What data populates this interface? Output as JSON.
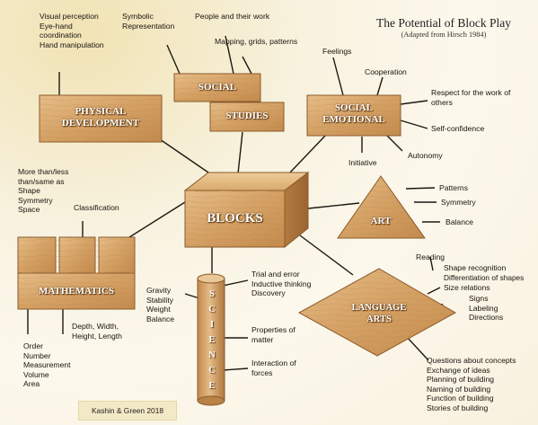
{
  "title": {
    "main": "The Potential of Block Play",
    "sub": "(Adapted from Hirsch 1984)"
  },
  "credit": "Kashin & Green 2018",
  "nodes": {
    "blocks": "BLOCKS",
    "physical": "PHYSICAL\nDEVELOPMENT",
    "social_studies": {
      "a": "SOCIAL",
      "b": "STUDIES"
    },
    "social_emotional": "SOCIAL\nEMOTIONAL",
    "art": "ART",
    "mathematics": "MATHEMATICS",
    "language_arts": "LANGUAGE\nARTS",
    "science_letters": [
      "S",
      "C",
      "I",
      "E",
      "N",
      "C",
      "E"
    ]
  },
  "physical_items": [
    "Visual perception",
    "Eye-hand",
    "coordination",
    "Hand manipulation"
  ],
  "social_studies_items": {
    "symbolic": "Symbolic\nRepresentation",
    "people": "People and their work",
    "mapping": "Mapping, grids, patterns"
  },
  "social_emotional_items": {
    "feelings": "Feelings",
    "cooperation": "Cooperation",
    "respect": "Respect for the work of\nothers",
    "self_confidence": "Self-confidence",
    "autonomy": "Autonomy",
    "initiative": "Initiative"
  },
  "art_items": [
    "Patterns",
    "Symmetry",
    "Balance"
  ],
  "math_items": {
    "comparison": "More than/less\nthan/same as\nShape\nSymmetry\nSpace",
    "classification": "Classification",
    "depth": "Depth, Width,\nHeight, Length",
    "order": "Order\nNumber\nMeasurement\nVolume\nArea"
  },
  "science_items": {
    "physics": "Gravity\nStability\nWeight\nBalance",
    "trial": "Trial and error\nInductive thinking\nDiscovery",
    "properties": "Properties of\nmatter",
    "interaction": "Interaction of\nforces"
  },
  "language_items": {
    "reading": "Reading",
    "shape_recognition": "Shape recognition",
    "differentiation": "Differentiation of shapes",
    "size_relations": "Size relations",
    "signs": "Signs\nLabeling\nDirections",
    "concepts": "Questions about concepts\nExchange of ideas\nPlanning of building\nNaming of building\nFunction of building\nStories of building"
  },
  "colors": {
    "wood_light": "#e2b57e",
    "wood_mid": "#cf9a5c",
    "wood_dark": "#a8703a",
    "connector": "#1c1812"
  }
}
